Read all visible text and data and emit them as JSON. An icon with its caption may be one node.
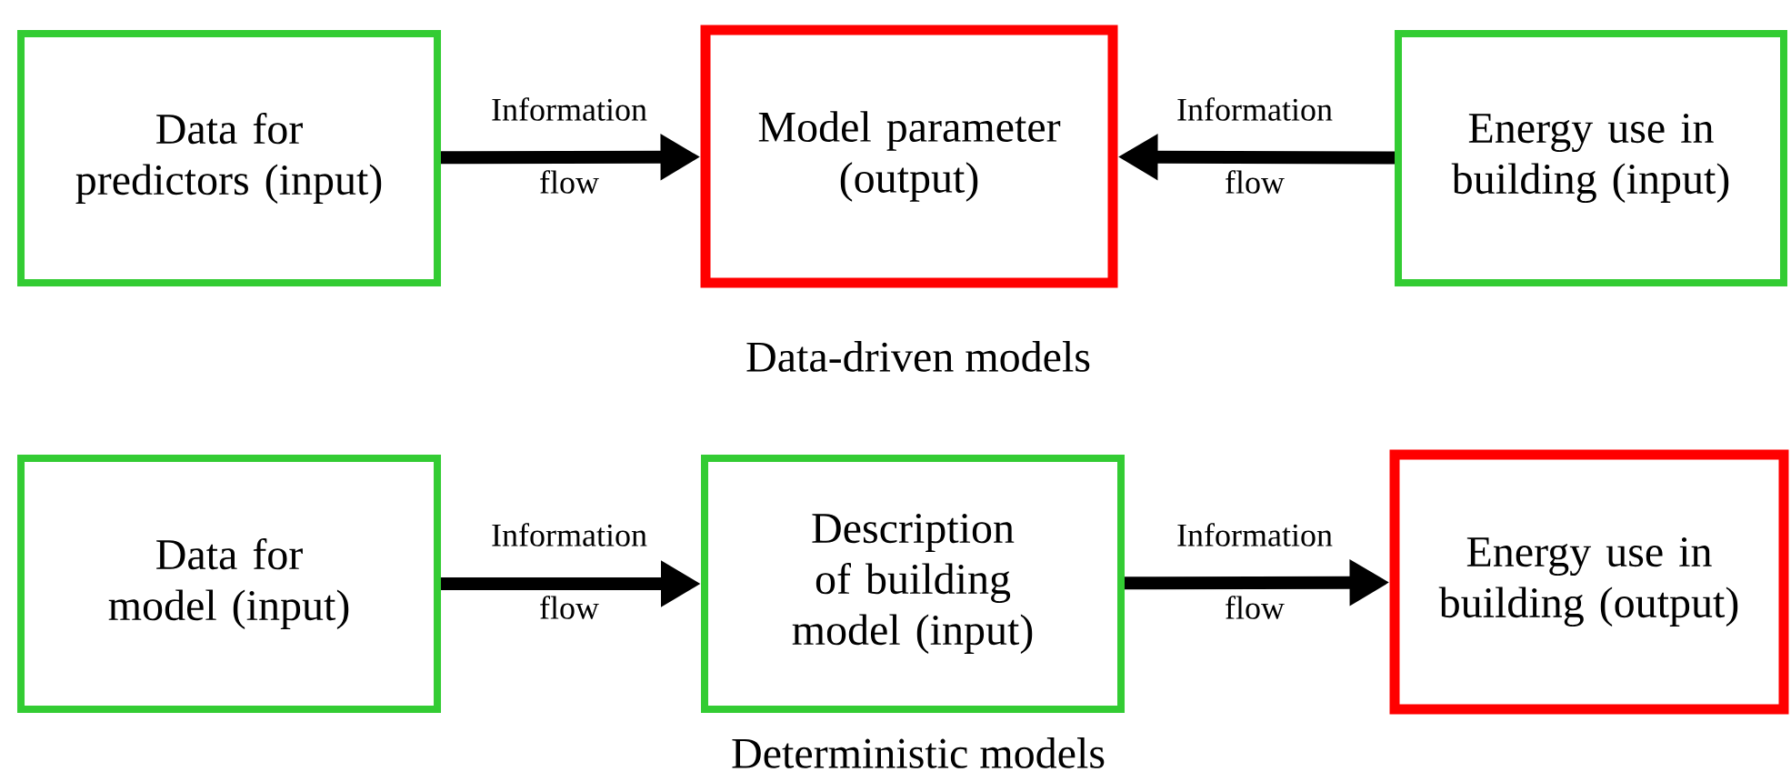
{
  "diagram": {
    "nodes": [
      {
        "text": [
          "Data for predictors (input)"
        ]
      },
      {
        "text": [
          "Model parameter (output)"
        ]
      },
      {
        "text": [
          "Energy use in building (input)"
        ]
      },
      {
        "text": [
          "Data for model (input)"
        ]
      },
      {
        "text": [
          "Description of building model (input)"
        ]
      },
      {
        "text": [
          "Energy use in building (output)"
        ]
      }
    ],
    "edges": [
      {
        "from": 0,
        "to": 1,
        "arrow": "to",
        "label": "Information flow"
      },
      {
        "from": 2,
        "to": 1,
        "arrow": "to",
        "label": "Information flow"
      },
      {
        "from": 3,
        "to": 4,
        "arrow": "to",
        "label": "Information flow"
      },
      {
        "from": 4,
        "to": 5,
        "arrow": "to",
        "label": "Information flow"
      }
    ],
    "labels": [
      "Data-driven models",
      "Deterministic models"
    ]
  }
}
